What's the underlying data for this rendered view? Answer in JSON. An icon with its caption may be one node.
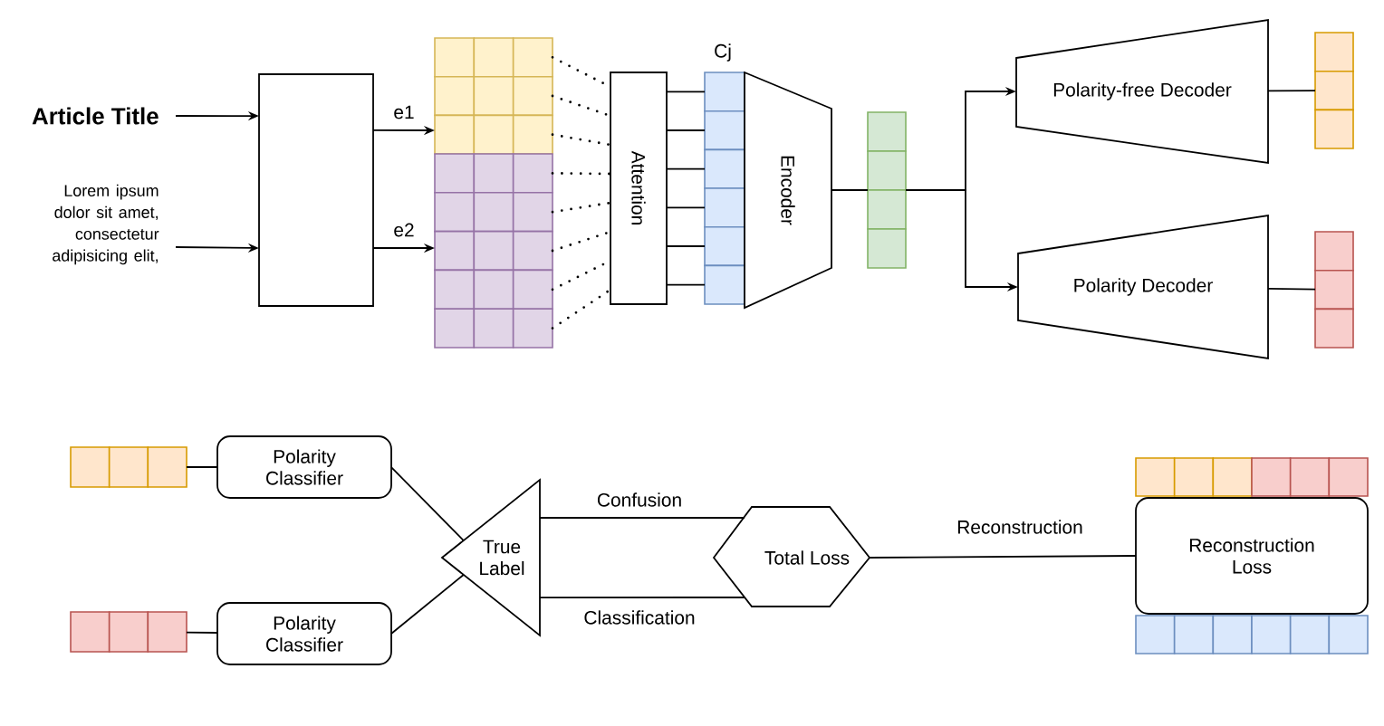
{
  "diagram": {
    "nodes": [
      {
        "text": [
          "Article Title"
        ]
      },
      {
        "text": [
          "Lorem ipsum dolor sit amet, consectetur adipisicing elit,"
        ]
      },
      {
        "text": [],
        "shape": "box"
      },
      {
        "text": [],
        "shape": "grid"
      },
      {
        "text": [],
        "shape": "grid"
      },
      {
        "text": [
          "Attention"
        ]
      },
      {
        "text": [],
        "shape": "grid",
        "beside": [
          "Cj"
        ]
      },
      {
        "text": [
          "Encoder"
        ]
      },
      {
        "text": [],
        "shape": "grid"
      },
      {
        "text": [
          "Polarity-free Decoder"
        ]
      },
      {
        "text": [],
        "shape": "grid"
      },
      {
        "text": [
          "Polarity Decoder"
        ]
      },
      {
        "text": [],
        "shape": "grid"
      },
      {
        "text": [],
        "shape": "grid"
      },
      {
        "text": [
          "Polarity Classifier"
        ]
      },
      {
        "text": [],
        "shape": "grid"
      },
      {
        "text": [
          "Polarity Classifier"
        ]
      },
      {
        "text": [
          "True Label"
        ]
      },
      {
        "text": [
          "Total Loss"
        ]
      },
      {
        "text": [
          "Reconstruction Loss"
        ]
      },
      {
        "text": [],
        "shape": "grid"
      },
      {
        "text": [],
        "shape": "grid"
      }
    ],
    "edges": [
      {
        "from": 0,
        "to": 2,
        "arrow": "to"
      },
      {
        "from": 1,
        "to": 2,
        "arrow": "to"
      },
      {
        "from": 2,
        "to": 3,
        "arrow": "to",
        "label": "e1"
      },
      {
        "from": 2,
        "to": 4,
        "arrow": "to",
        "label": "e2"
      },
      {
        "from": 3,
        "to": 5,
        "arrow": "none",
        "style": "dashed"
      },
      {
        "from": 3,
        "to": 5,
        "arrow": "none",
        "style": "dashed"
      },
      {
        "from": 3,
        "to": 5,
        "arrow": "none",
        "style": "dashed"
      },
      {
        "from": 4,
        "to": 5,
        "arrow": "none",
        "style": "dashed"
      },
      {
        "from": 4,
        "to": 5,
        "arrow": "none",
        "style": "dashed"
      },
      {
        "from": 4,
        "to": 5,
        "arrow": "none",
        "style": "dashed"
      },
      {
        "from": 4,
        "to": 5,
        "arrow": "none",
        "style": "dashed"
      },
      {
        "from": 4,
        "to": 5,
        "arrow": "none",
        "style": "dashed"
      },
      {
        "from": 5,
        "to": 6,
        "arrow": "none"
      },
      {
        "from": 5,
        "to": 6,
        "arrow": "none"
      },
      {
        "from": 5,
        "to": 6,
        "arrow": "none"
      },
      {
        "from": 5,
        "to": 6,
        "arrow": "none"
      },
      {
        "from": 5,
        "to": 6,
        "arrow": "none"
      },
      {
        "from": 5,
        "to": 6,
        "arrow": "none"
      },
      {
        "from": 7,
        "to": 8,
        "arrow": "none"
      },
      {
        "from": 8,
        "to": 9,
        "arrow": "to"
      },
      {
        "from": 8,
        "to": 11,
        "arrow": "to"
      },
      {
        "from": 9,
        "to": 10,
        "arrow": "none"
      },
      {
        "from": 11,
        "to": 12,
        "arrow": "none"
      },
      {
        "from": 13,
        "to": 14,
        "arrow": "none"
      },
      {
        "from": 15,
        "to": 16,
        "arrow": "none"
      },
      {
        "from": 14,
        "to": 17,
        "arrow": "none"
      },
      {
        "from": 16,
        "to": 17,
        "arrow": "none"
      },
      {
        "from": 17,
        "to": 18,
        "arrow": "none",
        "label": "Confusion"
      },
      {
        "from": 17,
        "to": 18,
        "arrow": "none",
        "label": "Classification"
      },
      {
        "from": 18,
        "to": 19,
        "arrow": "none",
        "label": "Reconstruction"
      }
    ]
  }
}
